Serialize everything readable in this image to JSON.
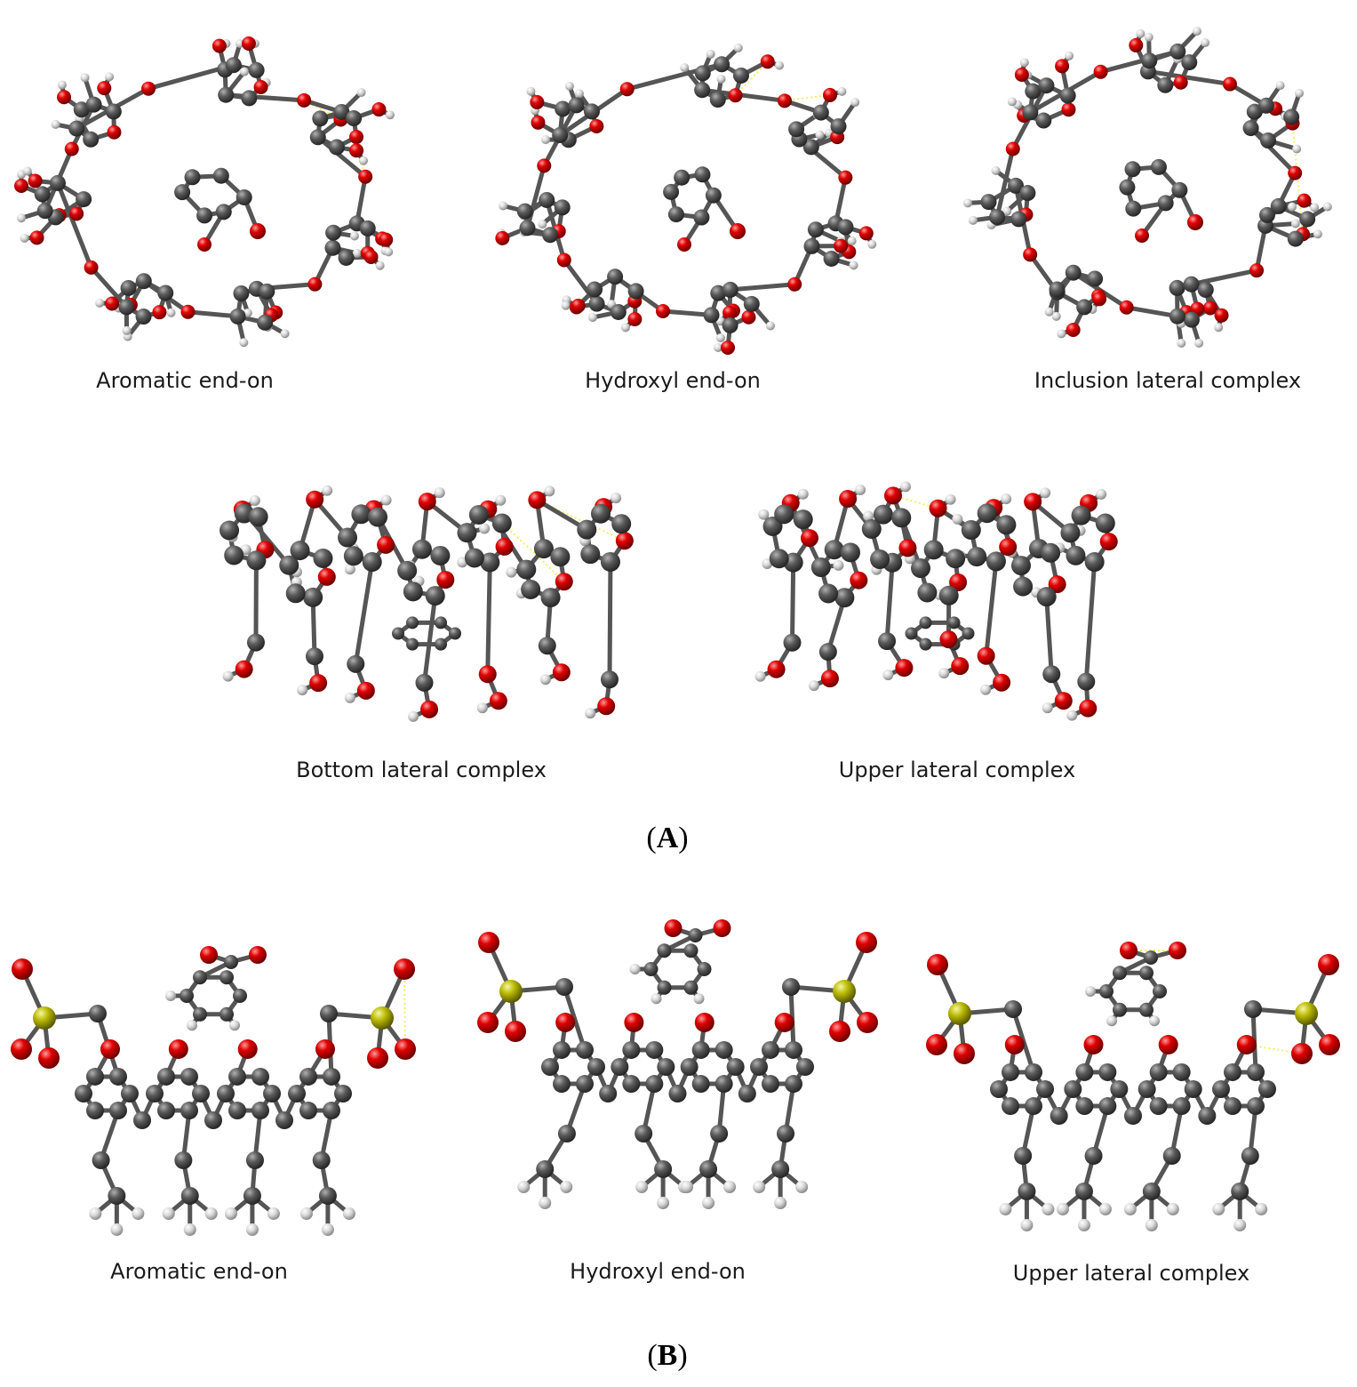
{
  "panel_a": {
    "label_open": "(",
    "label_letter": "A",
    "label_close": ")",
    "structures": [
      {
        "caption": "Aromatic end-on"
      },
      {
        "caption": "Hydroxyl end-on"
      },
      {
        "caption": "Inclusion lateral complex"
      },
      {
        "caption": "Bottom lateral complex"
      },
      {
        "caption": "Upper lateral complex"
      }
    ]
  },
  "panel_b": {
    "label_open": "(",
    "label_letter": "B",
    "label_close": ")",
    "structures": [
      {
        "caption": "Aromatic end-on"
      },
      {
        "caption": "Hydroxyl end-on"
      },
      {
        "caption": "Upper lateral complex"
      }
    ]
  },
  "atom_colors": {
    "carbon": "#5a5a5a",
    "oxygen": "#e00000",
    "hydrogen": "#d8d8d8",
    "sulfur": "#b8b800",
    "bond": "#555555",
    "hbond": "#f2f060"
  }
}
